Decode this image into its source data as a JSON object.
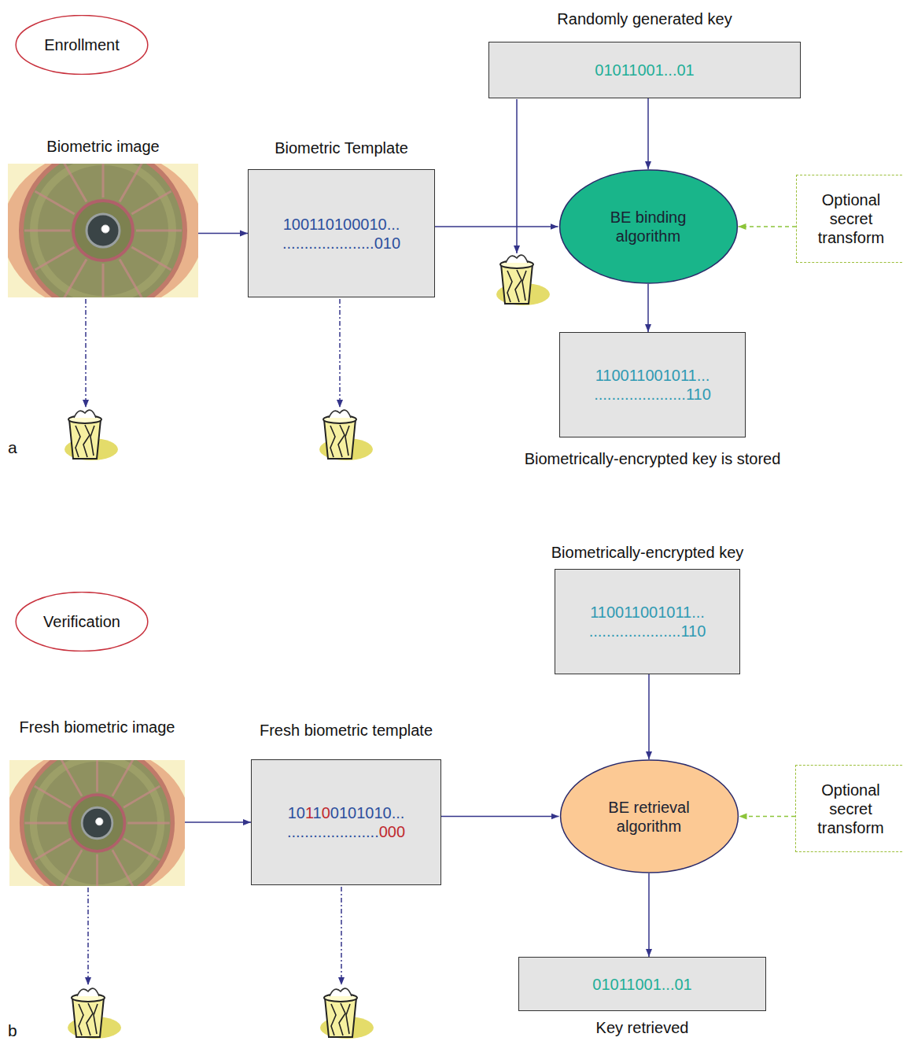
{
  "diagram": {
    "nodes": [
      {
        "text": [
          "Enrollment"
        ]
      },
      {
        "text": [
          "Randomly generated key",
          "01011001...01"
        ]
      },
      {
        "text": [
          "Biometric image"
        ]
      },
      {
        "text": [
          "Biometric Template",
          "100110100010... .....................010"
        ]
      },
      {
        "text": [
          "BE binding algorithm"
        ]
      },
      {
        "text": [
          "Optional secret transform"
        ]
      },
      {
        "text": [
          "110011001011... .....................110",
          "Biometrically-encrypted key is stored"
        ]
      },
      {
        "text": [
          "Verification"
        ]
      },
      {
        "text": [
          "Biometrically-encrypted key",
          "110011001011... .....................110"
        ]
      },
      {
        "text": [
          "Fresh biometric image"
        ]
      },
      {
        "text": [
          "Fresh biometric template",
          "101100101010... .....................000"
        ]
      },
      {
        "text": [
          "BE retrieval algorithm"
        ]
      },
      {
        "text": [
          "Optional secret transform"
        ]
      },
      {
        "text": [
          "01011001...01",
          "Key retrieved"
        ]
      }
    ],
    "edges": [
      {
        "from": 2,
        "to": 3,
        "arrow": "to"
      },
      {
        "from": 3,
        "to": 4,
        "arrow": "to"
      },
      {
        "from": 1,
        "to": 4,
        "arrow": "to"
      },
      {
        "from": 5,
        "to": 4,
        "arrow": "to"
      },
      {
        "from": 4,
        "to": 6,
        "arrow": "to"
      },
      {
        "from": 9,
        "to": 10,
        "arrow": "to"
      },
      {
        "from": 10,
        "to": 11,
        "arrow": "to"
      },
      {
        "from": 8,
        "to": 11,
        "arrow": "to"
      },
      {
        "from": 12,
        "to": 11,
        "arrow": "to"
      },
      {
        "from": 11,
        "to": 13,
        "arrow": "to"
      }
    ],
    "labels": [
      "a",
      "b"
    ]
  }
}
